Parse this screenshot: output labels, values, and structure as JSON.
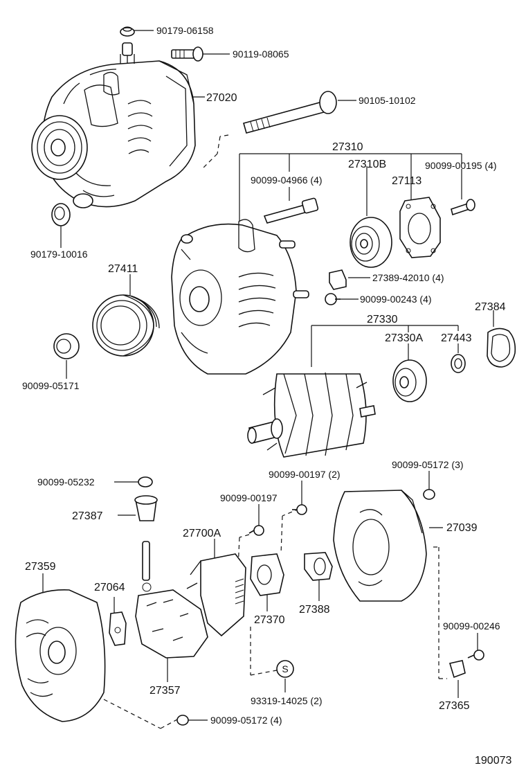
{
  "diagram": {
    "labels": {
      "n90179_06158": "90179-06158",
      "n90119_08065": "90119-08065",
      "n27020": "27020",
      "n90105_10102": "90105-10102",
      "n27310": "27310",
      "n90099_04966": "90099-04966 (4)",
      "n27310B": "27310B",
      "n27113": "27113",
      "n90099_00195": "90099-00195 (4)",
      "n90179_10016": "90179-10016",
      "n27411": "27411",
      "n27389_42010": "27389-42010 (4)",
      "n90099_00243": "90099-00243 (4)",
      "n27384": "27384",
      "n27330": "27330",
      "n27330A": "27330A",
      "n27443": "27443",
      "n90099_05171": "90099-05171",
      "n90099_05232": "90099-05232",
      "n90099_00197_2": "90099-00197 (2)",
      "n90099_05172_3": "90099-05172 (3)",
      "n27387": "27387",
      "n90099_00197": "90099-00197",
      "n27700A": "27700A",
      "n27039": "27039",
      "n27359": "27359",
      "n27064": "27064",
      "n27370": "27370",
      "n27388": "27388",
      "n90099_00246": "90099-00246",
      "n27357": "27357",
      "s_symbol": "S",
      "n93319_14025": "93319-14025 (2)",
      "n90099_05172_4": "90099-05172 (4)",
      "n27365": "27365",
      "figure_number": "190073"
    }
  }
}
